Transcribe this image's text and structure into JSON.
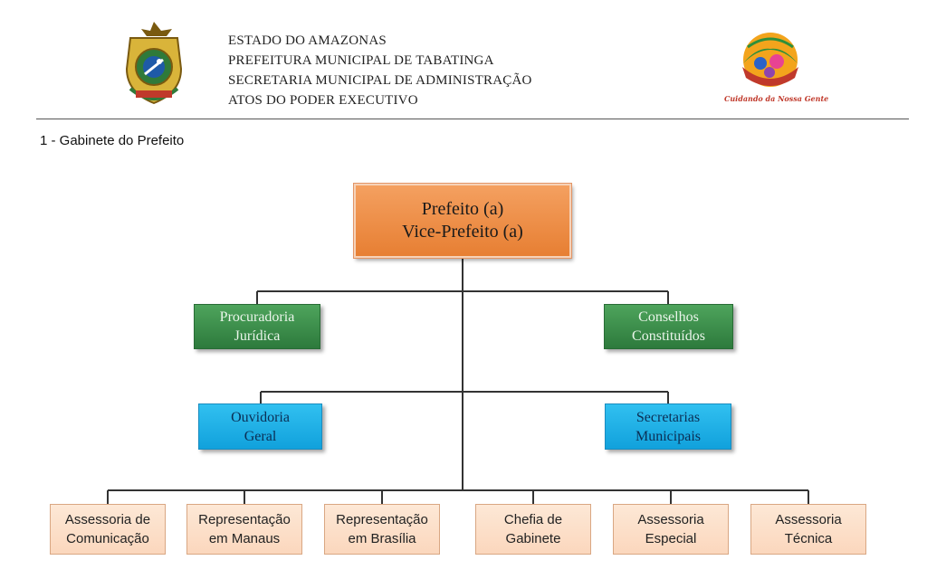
{
  "header": {
    "lines": [
      "ESTADO DO AMAZONAS",
      "PREFEITURA MUNICIPAL DE TABATINGA",
      "SECRETARIA MUNICIPAL DE ADMINISTRAÇÃO",
      "ATOS DO PODER EXECUTIVO"
    ],
    "logo_slogan": "Cuidando da Nossa Gente"
  },
  "section_title": "1 - Gabinete do Prefeito",
  "org_chart": {
    "top": {
      "lines": [
        "Prefeito (a)",
        "Vice-Prefeito (a)"
      ]
    },
    "level1": [
      {
        "lines": [
          "Procuradoria",
          "Jurídica"
        ]
      },
      {
        "lines": [
          "Conselhos",
          "Constituídos"
        ]
      }
    ],
    "level2": [
      {
        "lines": [
          "Ouvidoria",
          "Geral"
        ]
      },
      {
        "lines": [
          "Secretarias",
          "Municipais"
        ]
      }
    ],
    "units": [
      {
        "lines": [
          "Assessoria de",
          "Comunicação"
        ]
      },
      {
        "lines": [
          "Representação",
          "em Manaus"
        ]
      },
      {
        "lines": [
          "Representação",
          "em Brasília"
        ]
      },
      {
        "lines": [
          "Chefia de",
          "Gabinete"
        ]
      },
      {
        "lines": [
          "Assessoria",
          "Especial"
        ]
      },
      {
        "lines": [
          "Assessoria",
          "Técnica"
        ]
      }
    ]
  },
  "colors": {
    "top_box": "#e77f33",
    "green_box": "#2d7a3c",
    "blue_box": "#11a1dc",
    "leaf_box": "#fbd7bd",
    "connector": "#333333"
  }
}
